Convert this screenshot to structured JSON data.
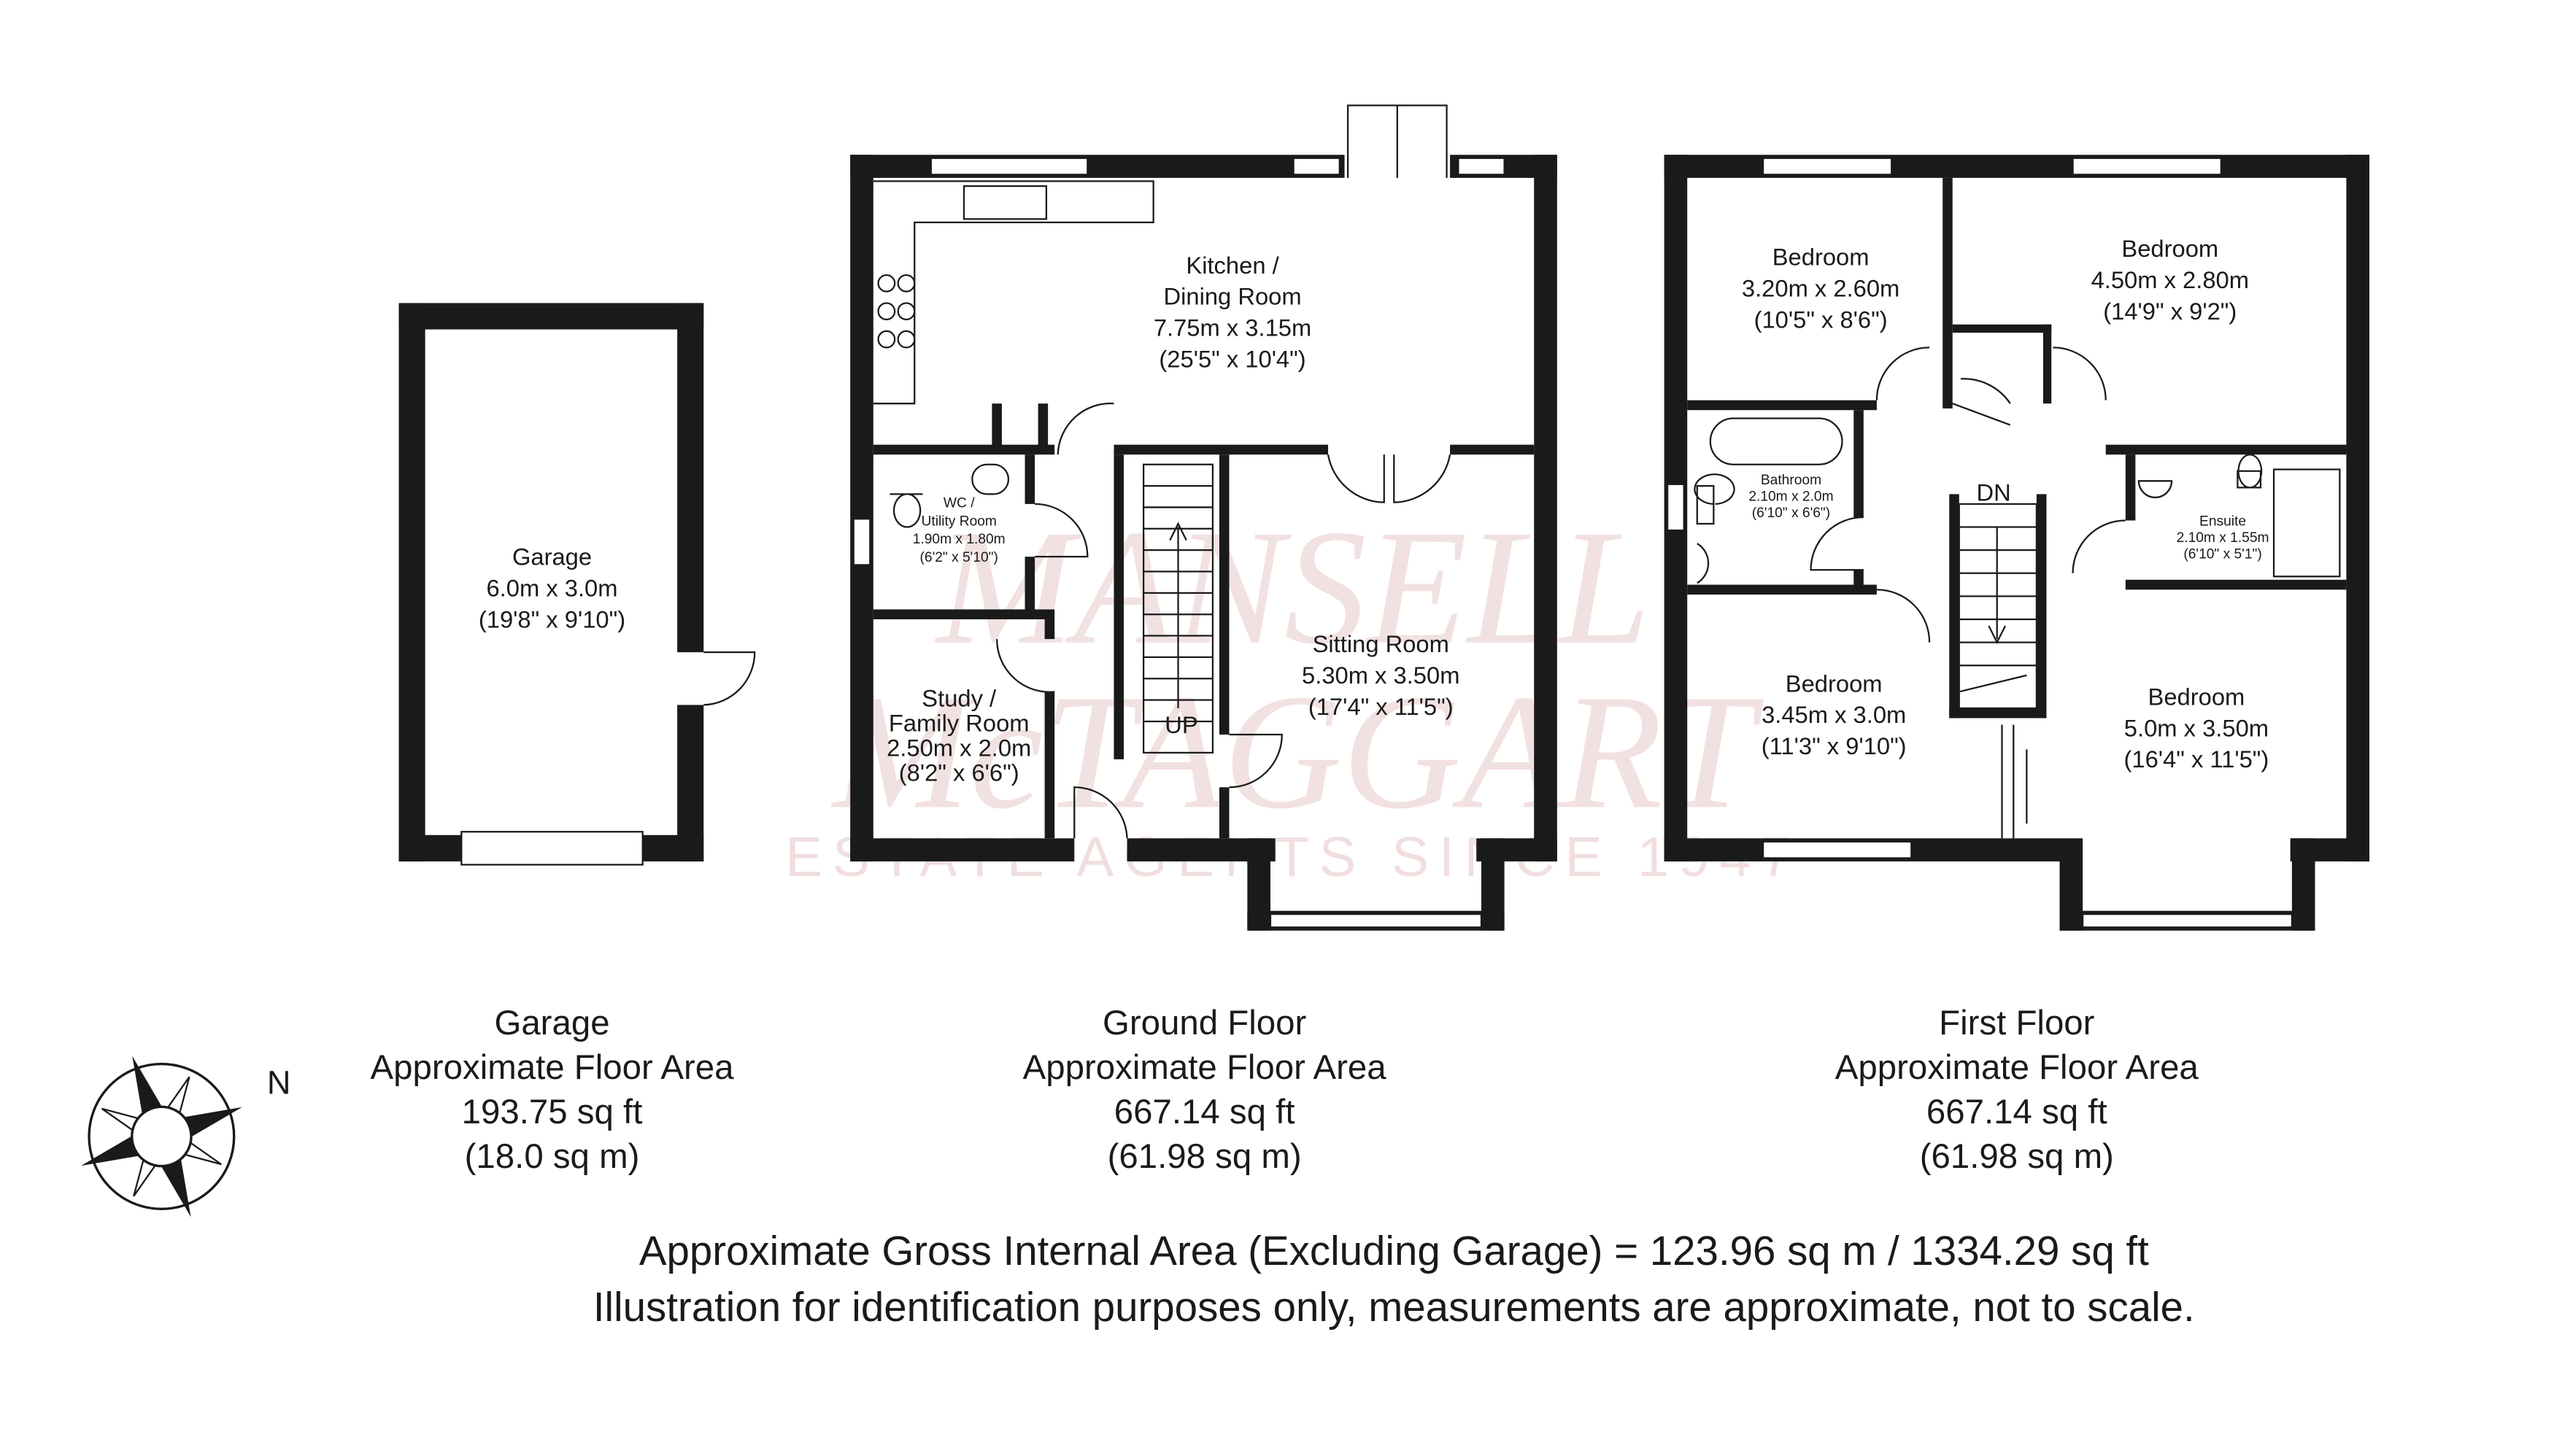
{
  "watermark": {
    "line1": "MANSELL",
    "line2": "McTAGGART",
    "line3": "ESTATE AGENTS SINCE 1947"
  },
  "rooms": {
    "garage": {
      "name": "Garage",
      "metric": "6.0m x 3.0m",
      "imperial": "(19'8\" x 9'10\")"
    },
    "kitchen": {
      "name1": "Kitchen /",
      "name2": "Dining Room",
      "metric": "7.75m x 3.15m",
      "imperial": "(25'5\" x 10'4\")"
    },
    "wc": {
      "name1": "WC /",
      "name2": "Utility Room",
      "metric": "1.90m x 1.80m",
      "imperial": "(6'2\" x 5'10\")"
    },
    "study": {
      "name1": "Study /",
      "name2": "Family Room",
      "metric": "2.50m x 2.0m",
      "imperial": "(8'2\" x 6'6\")"
    },
    "sitting": {
      "name": "Sitting Room",
      "metric": "5.30m x 3.50m",
      "imperial": "(17'4\" x 11'5\")"
    },
    "bed1": {
      "name": "Bedroom",
      "metric": "3.20m x 2.60m",
      "imperial": "(10'5\" x 8'6\")"
    },
    "bed2": {
      "name": "Bedroom",
      "metric": "4.50m x 2.80m",
      "imperial": "(14'9\" x 9'2\")"
    },
    "bathroom": {
      "name": "Bathroom",
      "metric": "2.10m x 2.0m",
      "imperial": "(6'10\" x 6'6\")"
    },
    "ensuite": {
      "name": "Ensuite",
      "metric": "2.10m x 1.55m",
      "imperial": "(6'10\" x 5'1\")"
    },
    "bed3": {
      "name": "Bedroom",
      "metric": "3.45m x 3.0m",
      "imperial": "(11'3\" x 9'10\")"
    },
    "bed4": {
      "name": "Bedroom",
      "metric": "5.0m x 3.50m",
      "imperial": "(16'4\" x 11'5\")"
    }
  },
  "stairs": {
    "up": "UP",
    "down": "DN"
  },
  "compass": {
    "label": "N"
  },
  "areas": [
    {
      "title": "Garage",
      "sub": "Approximate Floor Area",
      "sqft": "193.75 sq ft",
      "sqm": "(18.0 sq m)"
    },
    {
      "title": "Ground Floor",
      "sub": "Approximate Floor Area",
      "sqft": "667.14 sq ft",
      "sqm": "(61.98 sq m)"
    },
    {
      "title": "First Floor",
      "sub": "Approximate Floor Area",
      "sqft": "667.14 sq ft",
      "sqm": "(61.98 sq m)"
    }
  ],
  "footer": {
    "gross": "Approximate Gross Internal Area (Excluding Garage) = 123.96 sq m / 1334.29 sq ft",
    "disclaimer": "Illustration for identification purposes only, measurements are approximate, not to scale."
  }
}
